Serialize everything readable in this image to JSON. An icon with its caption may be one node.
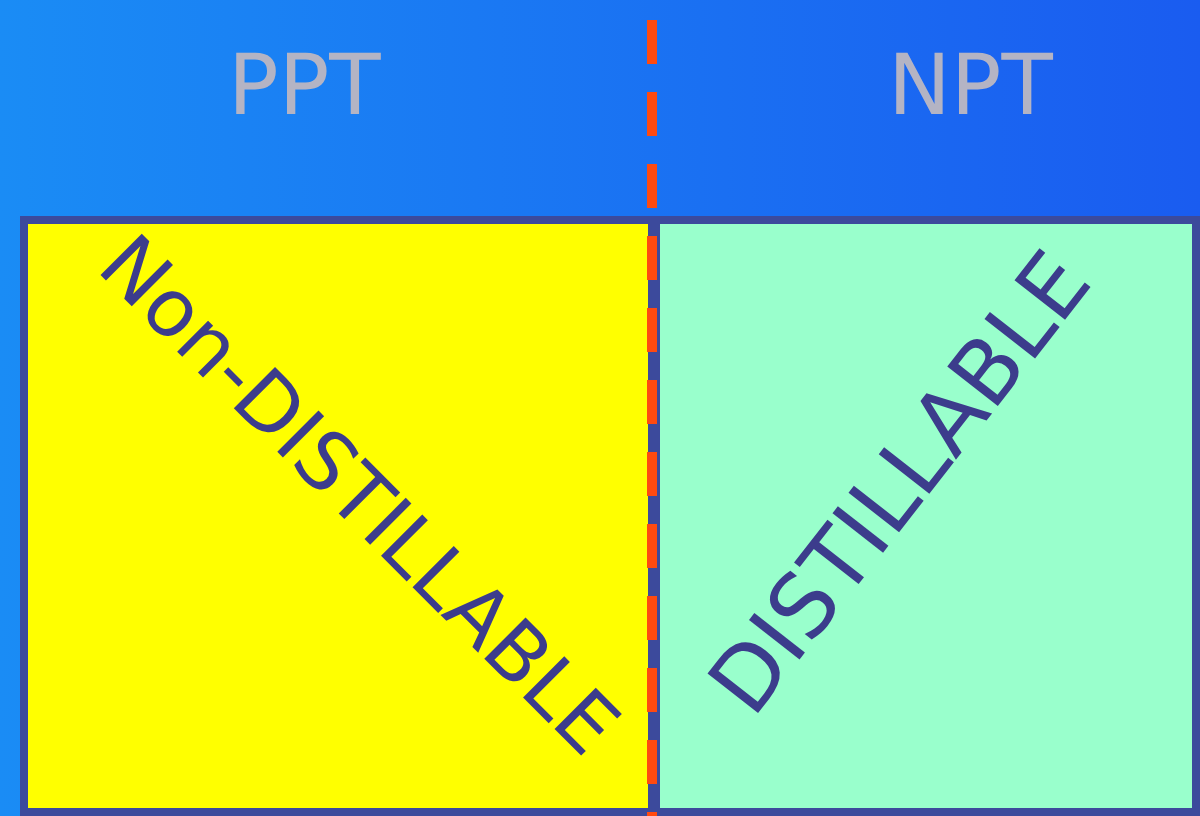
{
  "diagram": {
    "nodes": [
      {
        "text": [
          "Non-DISTILLABLE"
        ]
      },
      {
        "text": [
          "DISTILLABLE"
        ]
      }
    ],
    "labels": [
      "PPT",
      "NPT"
    ]
  }
}
